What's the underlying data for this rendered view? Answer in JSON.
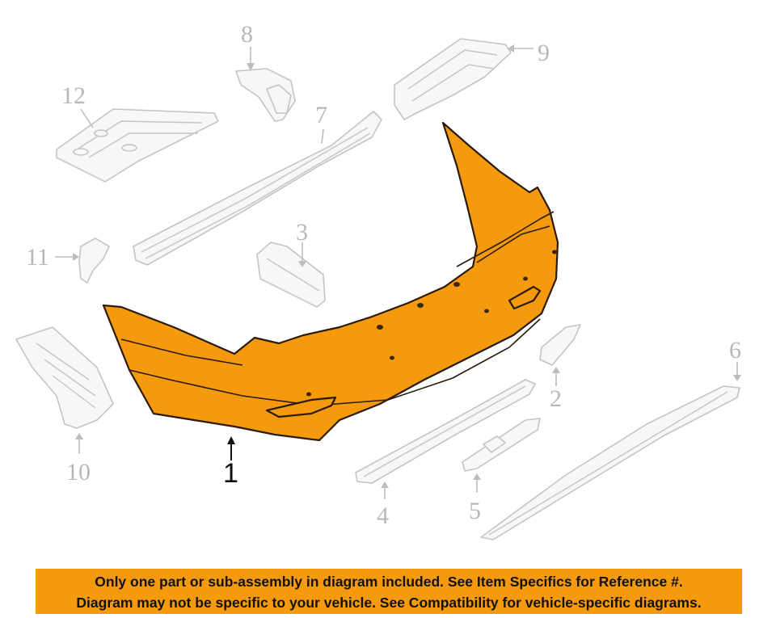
{
  "diagram": {
    "callouts": [
      {
        "id": "1",
        "label": "1"
      },
      {
        "id": "2",
        "label": "2"
      },
      {
        "id": "3",
        "label": "3"
      },
      {
        "id": "4",
        "label": "4"
      },
      {
        "id": "5",
        "label": "5"
      },
      {
        "id": "6",
        "label": "6"
      },
      {
        "id": "7",
        "label": "7"
      },
      {
        "id": "8",
        "label": "8"
      },
      {
        "id": "9",
        "label": "9"
      },
      {
        "id": "10",
        "label": "10"
      },
      {
        "id": "11",
        "label": "11"
      },
      {
        "id": "12",
        "label": "12"
      }
    ],
    "highlight_color": "#f59a0d",
    "ghost_color": "#c4c4c4"
  },
  "disclaimer": {
    "line1": "Only one part or sub-assembly in diagram included. See Item Specifics for Reference #.",
    "line2": "Diagram may not be specific to your vehicle. See Compatibility for vehicle-specific diagrams.",
    "background": "#f59a0d"
  }
}
